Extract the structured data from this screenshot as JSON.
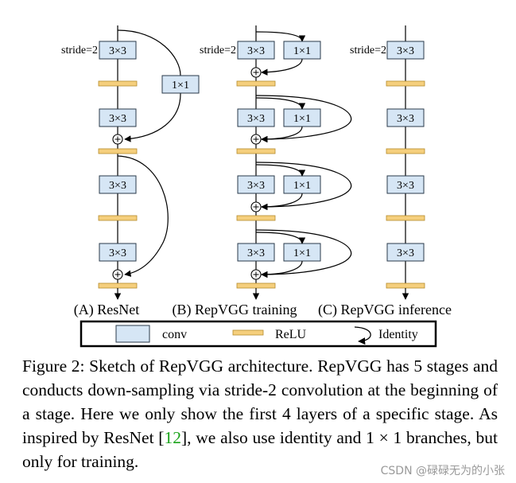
{
  "diagram": {
    "columns": [
      {
        "label": "(A) ResNet",
        "stride": "stride=2"
      },
      {
        "label": "(B) RepVGG training",
        "stride": "stride=2"
      },
      {
        "label": "(C) RepVGG inference",
        "stride": "stride=2"
      }
    ],
    "box3": "3×3",
    "box1": "1×1",
    "legend": {
      "conv": "conv",
      "relu": "ReLU",
      "identity": "Identity"
    },
    "colors": {
      "conv_fill": "#d6e6f5",
      "relu_fill": "#f5cf7d",
      "relu_stroke": "#b58a2a",
      "line": "#000000"
    }
  },
  "caption": {
    "text_before": "Figure 2: Sketch of RepVGG architecture. RepVGG has 5 stages and conducts down-sampling via stride-2 convolution at the beginning of a stage. Here we only show the first 4 layers of a specific stage. As inspired by ResNet [",
    "ref": "12",
    "text_after": "], we also use identity and 1 × 1 branches, but only for training."
  },
  "watermark": "CSDN @碌碌无为的小张"
}
